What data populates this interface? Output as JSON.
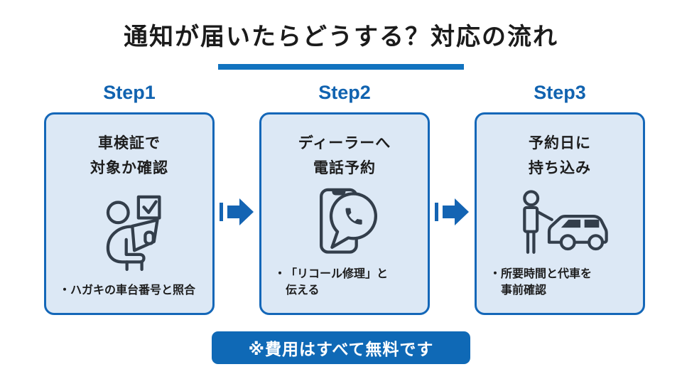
{
  "title": {
    "text": "通知が届いたらどうする？対応の流れ"
  },
  "steps": [
    {
      "label": "Step1",
      "heading": [
        "車検証で",
        "対象か確認"
      ],
      "icon": "person-document-check-icon",
      "bullet": {
        "marker": "・",
        "lines": [
          "ハガキの車台番号と照合"
        ]
      }
    },
    {
      "label": "Step2",
      "heading": [
        "ディーラーへ",
        "電話予約"
      ],
      "icon": "phone-call-icon",
      "bullet": {
        "marker": "・",
        "lines": [
          "「リコール修理」と",
          "伝える"
        ]
      }
    },
    {
      "label": "Step3",
      "heading": [
        "予約日に",
        "持ち込み"
      ],
      "icon": "person-car-icon",
      "bullet": {
        "marker": "・",
        "lines": [
          "所要時間と代車を",
          "事前確認"
        ]
      }
    }
  ],
  "footer": {
    "note": "※費用はすべて無料です"
  },
  "colors": {
    "accent_blue": "#1467b8",
    "step_blue": "#1163b0",
    "bar_blue": "#1273bf",
    "arrow_blue": "#1464b3",
    "banner_blue": "#0f69b6",
    "card_bg": "#dce8f5",
    "icon_stroke": "#333e4b"
  }
}
